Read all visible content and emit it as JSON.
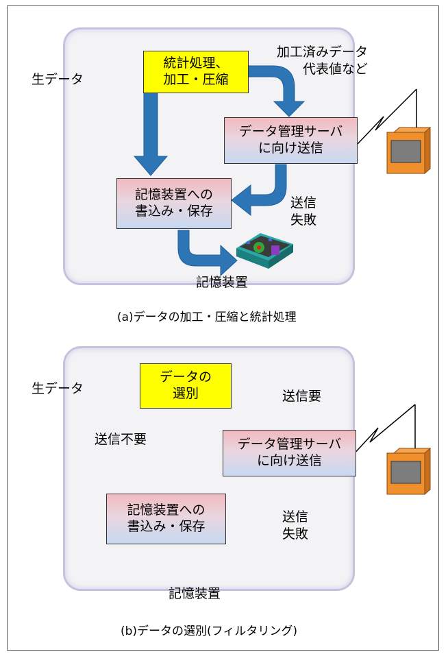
{
  "diagram_a": {
    "stats_box": "統計処理、\n加工・圧縮",
    "raw_data_label": "生データ",
    "processed_label": "加工済みデータ\n代表値など",
    "send_box": "データ管理サーバ\nに向け送信",
    "store_box": "記憶装置への\n書込み・保存",
    "fail_label": "送信\n失敗",
    "device_label": "記憶装置",
    "caption": "(a)データの加工・圧縮と統計処理"
  },
  "diagram_b": {
    "select_box": "データの\n選別",
    "raw_data_label": "生データ",
    "send_needed_label": "送信要",
    "send_not_needed_label": "送信不要",
    "send_box": "データ管理サーバ\nに向け送信",
    "store_box": "記憶装置への\n書込み・保存",
    "fail_label": "送信\n失敗",
    "device_label": "記憶装置",
    "caption": "(b)データの選別(フィルタリング)"
  },
  "colors": {
    "arrow": "#2e75b6",
    "yellow_box": "#ffff00",
    "radio_body": "#f0902c",
    "panel_border": "#c8c0dc"
  }
}
